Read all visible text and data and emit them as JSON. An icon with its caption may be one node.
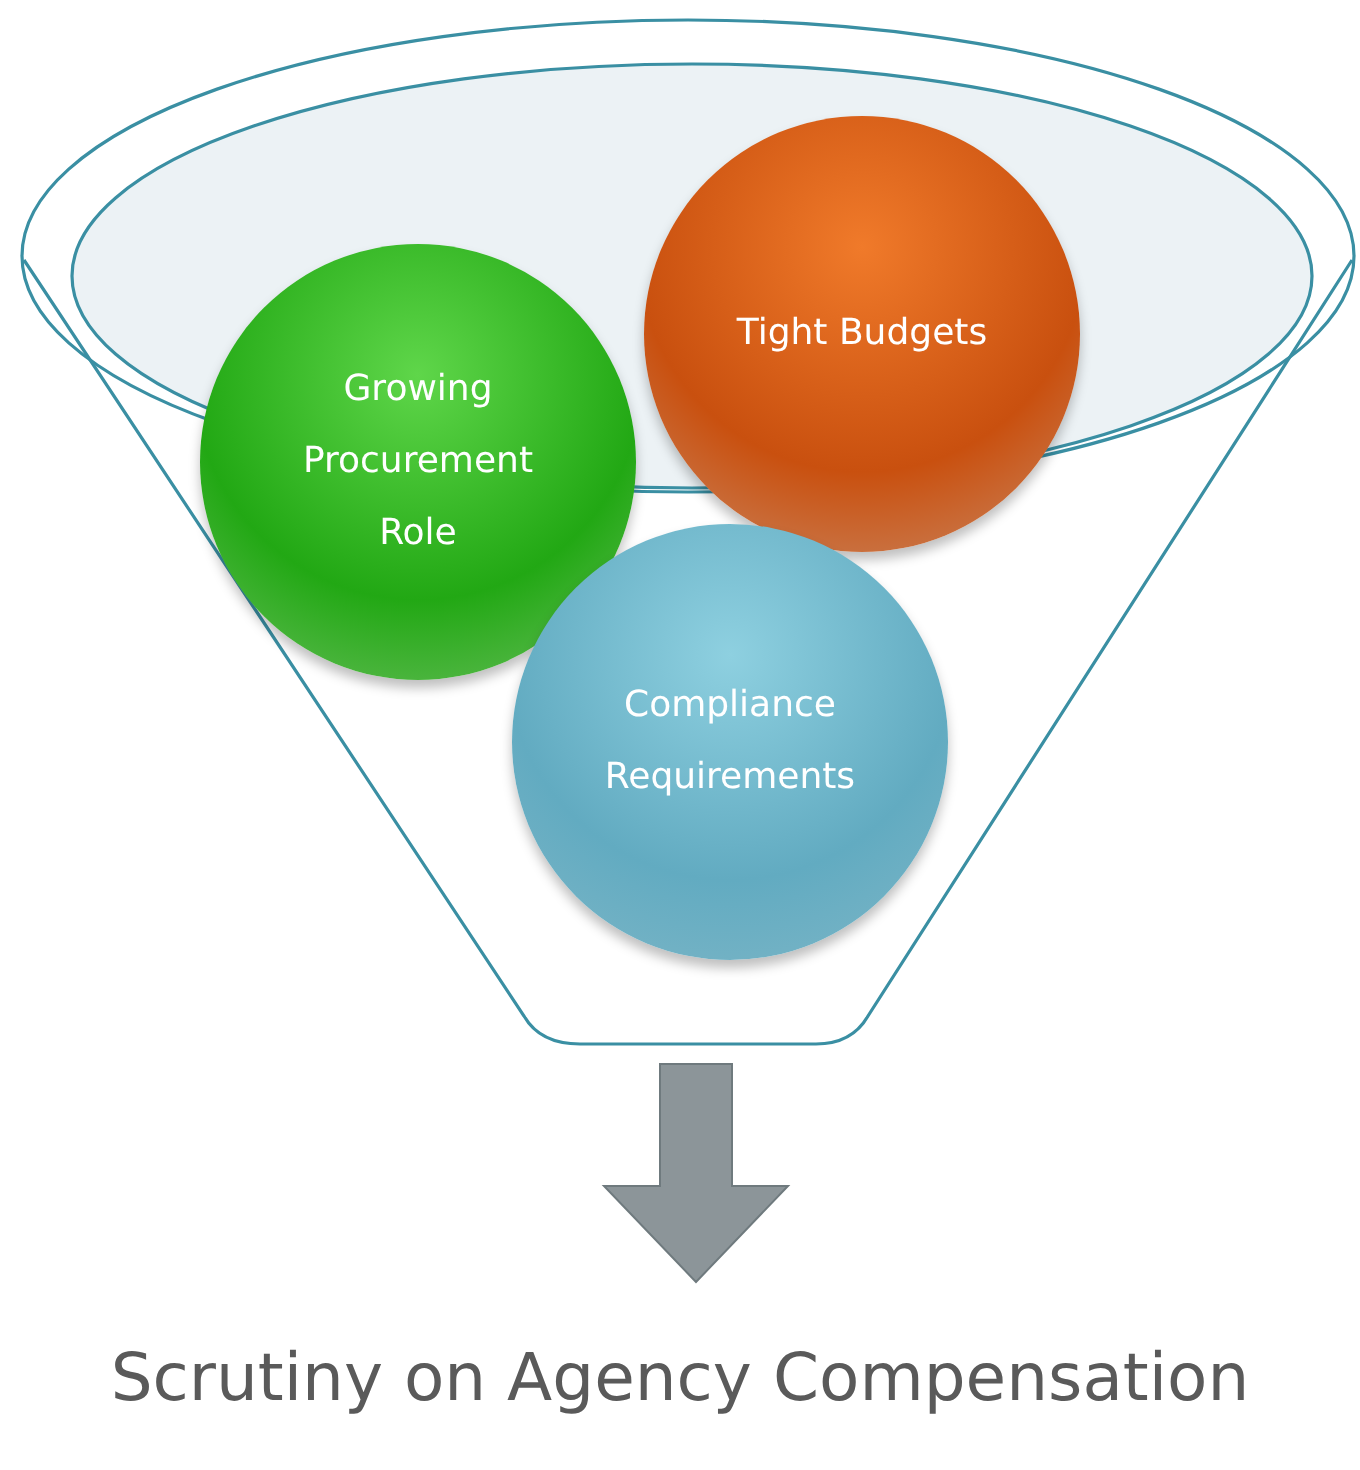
{
  "diagram": {
    "nodes": [
      {
        "text": [],
        "shape": "funnel"
      },
      {
        "text": [
          "Growing Procurement Role"
        ],
        "in": 0
      },
      {
        "text": [
          "Tight Budgets"
        ],
        "in": 0
      },
      {
        "text": [
          "Compliance Requirements"
        ],
        "in": 0
      },
      {
        "text": [
          "Scrutiny on Agency Compensation"
        ]
      }
    ],
    "edges": [
      {
        "from": 0,
        "to": 4,
        "arrow": "to",
        "style": "thick"
      }
    ]
  }
}
